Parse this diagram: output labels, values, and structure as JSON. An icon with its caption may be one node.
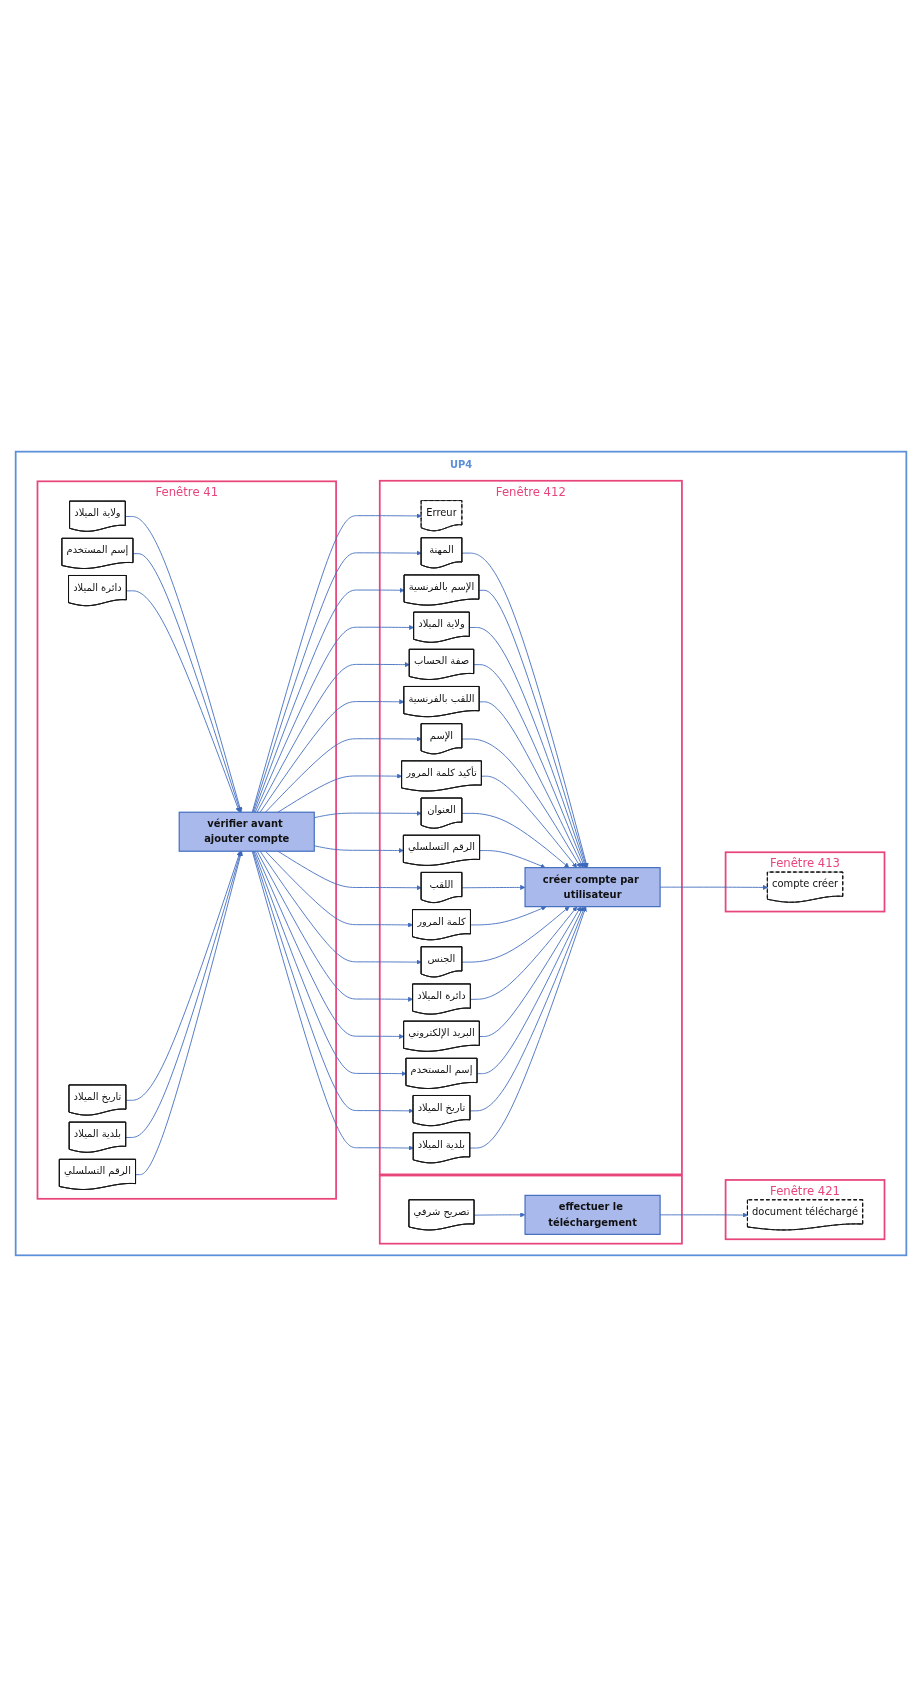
{
  "diagram": {
    "nodes": [
      {
        "text": [
          "UP4"
        ]
      },
      {
        "text": [],
        "shape": "box",
        "in": 0
      },
      {
        "text": [
          "تصريح شرفي"
        ],
        "in": 1
      },
      {
        "text": [
          "effectuer le téléchargement"
        ],
        "in": 1
      },
      {
        "text": [
          "Fenêtre 421"
        ],
        "in": 0
      },
      {
        "text": [
          "document téléchargé"
        ],
        "in": 4
      },
      {
        "text": [
          "Fenêtre 41"
        ],
        "in": 0
      },
      {
        "text": [
          "ولاية الميلاد"
        ],
        "in": 6
      },
      {
        "text": [
          "إسم المستخدم"
        ],
        "in": 6
      },
      {
        "text": [
          "دائرة الميلاد"
        ],
        "in": 6
      },
      {
        "text": [
          "تاريخ الميلاد"
        ],
        "in": 6
      },
      {
        "text": [
          "بلدية الميلاد"
        ],
        "in": 6
      },
      {
        "text": [
          "الرقم التسلسلي"
        ],
        "in": 6
      },
      {
        "text": [
          "vérifier avant ajouter compte"
        ],
        "in": 6
      },
      {
        "text": [
          "Fenêtre 412"
        ],
        "in": 0
      },
      {
        "text": [
          "Erreur"
        ],
        "in": 14
      },
      {
        "text": [
          "المهنة"
        ],
        "in": 14
      },
      {
        "text": [
          "الإسم بالفرنسية"
        ],
        "in": 14
      },
      {
        "text": [
          "ولاية الميلاد"
        ],
        "in": 14
      },
      {
        "text": [
          "صفة الحساب"
        ],
        "in": 14
      },
      {
        "text": [
          "اللقب بالفرنسية"
        ],
        "in": 14
      },
      {
        "text": [
          "الإسم"
        ],
        "in": 14
      },
      {
        "text": [
          "تأكيد كلمة المرور"
        ],
        "in": 14
      },
      {
        "text": [
          "العنوان"
        ],
        "in": 14
      },
      {
        "text": [
          "الرقم التسلسلي"
        ],
        "in": 14
      },
      {
        "text": [
          "اللقب"
        ],
        "in": 14
      },
      {
        "text": [
          "كلمة المرور"
        ],
        "in": 14
      },
      {
        "text": [
          "الجنس"
        ],
        "in": 14
      },
      {
        "text": [
          "دائرة الميلاد"
        ],
        "in": 14
      },
      {
        "text": [
          "البريد الإلكتروني"
        ],
        "in": 14
      },
      {
        "text": [
          "إسم المستخدم"
        ],
        "in": 14
      },
      {
        "text": [
          "تاريخ الميلاد"
        ],
        "in": 14
      },
      {
        "text": [
          "بلدية الميلاد"
        ],
        "in": 14
      },
      {
        "text": [
          "créer compte par utilisateur"
        ],
        "in": 14
      },
      {
        "text": [
          "Fenêtre 413"
        ],
        "in": 0
      },
      {
        "text": [
          "compte créer"
        ],
        "in": 34
      }
    ],
    "edges": [
      {
        "from": 2,
        "to": 3,
        "arrow": "to"
      },
      {
        "from": 3,
        "to": 5,
        "arrow": "to"
      },
      {
        "from": 7,
        "to": 13,
        "arrow": "to"
      },
      {
        "from": 8,
        "to": 13,
        "arrow": "to"
      },
      {
        "from": 9,
        "to": 13,
        "arrow": "to"
      },
      {
        "from": 10,
        "to": 13,
        "arrow": "to"
      },
      {
        "from": 11,
        "to": 13,
        "arrow": "to"
      },
      {
        "from": 12,
        "to": 13,
        "arrow": "to"
      },
      {
        "from": 13,
        "to": 15,
        "arrow": "to"
      },
      {
        "from": 13,
        "to": 16,
        "arrow": "to"
      },
      {
        "from": 13,
        "to": 17,
        "arrow": "to"
      },
      {
        "from": 13,
        "to": 18,
        "arrow": "to"
      },
      {
        "from": 13,
        "to": 19,
        "arrow": "to"
      },
      {
        "from": 13,
        "to": 20,
        "arrow": "to"
      },
      {
        "from": 13,
        "to": 21,
        "arrow": "to"
      },
      {
        "from": 13,
        "to": 22,
        "arrow": "to"
      },
      {
        "from": 13,
        "to": 23,
        "arrow": "to"
      },
      {
        "from": 13,
        "to": 24,
        "arrow": "to"
      },
      {
        "from": 13,
        "to": 25,
        "arrow": "to"
      },
      {
        "from": 13,
        "to": 26,
        "arrow": "to"
      },
      {
        "from": 13,
        "to": 27,
        "arrow": "to"
      },
      {
        "from": 13,
        "to": 28,
        "arrow": "to"
      },
      {
        "from": 13,
        "to": 29,
        "arrow": "to"
      },
      {
        "from": 13,
        "to": 30,
        "arrow": "to"
      },
      {
        "from": 13,
        "to": 31,
        "arrow": "to"
      },
      {
        "from": 13,
        "to": 32,
        "arrow": "to"
      },
      {
        "from": 16,
        "to": 33,
        "arrow": "to"
      },
      {
        "from": 17,
        "to": 33,
        "arrow": "to"
      },
      {
        "from": 18,
        "to": 33,
        "arrow": "to"
      },
      {
        "from": 19,
        "to": 33,
        "arrow": "to"
      },
      {
        "from": 20,
        "to": 33,
        "arrow": "to"
      },
      {
        "from": 21,
        "to": 33,
        "arrow": "to"
      },
      {
        "from": 22,
        "to": 33,
        "arrow": "to"
      },
      {
        "from": 23,
        "to": 33,
        "arrow": "to"
      },
      {
        "from": 24,
        "to": 33,
        "arrow": "to"
      },
      {
        "from": 25,
        "to": 33,
        "arrow": "to"
      },
      {
        "from": 26,
        "to": 33,
        "arrow": "to"
      },
      {
        "from": 27,
        "to": 33,
        "arrow": "to"
      },
      {
        "from": 28,
        "to": 33,
        "arrow": "to"
      },
      {
        "from": 29,
        "to": 33,
        "arrow": "to"
      },
      {
        "from": 30,
        "to": 33,
        "arrow": "to"
      },
      {
        "from": 31,
        "to": 33,
        "arrow": "to"
      },
      {
        "from": 32,
        "to": 33,
        "arrow": "to"
      },
      {
        "from": 33,
        "to": 35,
        "arrow": "to"
      }
    ]
  }
}
